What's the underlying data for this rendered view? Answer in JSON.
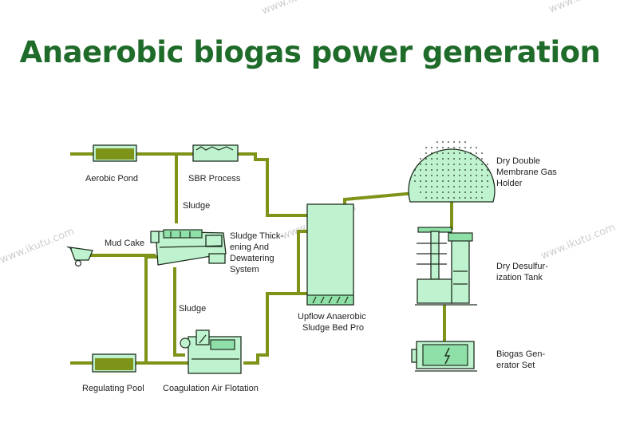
{
  "title": "Anaerobic biogas power generation",
  "labels": {
    "aerobic_pond": "Aerobic Pond",
    "sbr_process": "SBR Process",
    "sludge_top": "Sludge",
    "mud_cake": "Mud Cake",
    "thickening_1": "Sludge Thick-",
    "thickening_2": "ening And",
    "thickening_3": "Dewatering",
    "thickening_4": "System",
    "sludge_bottom": "Sludge",
    "regulating_pool": "Regulating Pool",
    "coagulation": "Coagulation Air Flotation",
    "uasb_1": "Upflow Anaerobic",
    "uasb_2": "Sludge Bed Pro",
    "gas_holder_1": "Dry Double",
    "gas_holder_2": "Membrane Gas",
    "gas_holder_3": "Holder",
    "desulf_1": "Dry Desulfur-",
    "desulf_2": "ization Tank",
    "generator_1": "Biogas Gen-",
    "generator_2": "erator Set"
  },
  "watermark": "www.ikutu.com",
  "colors": {
    "title": "#1f6b2a",
    "pipe": "#7d9418",
    "equipment": "#bff2cf",
    "tank_fill": "#7d9418"
  }
}
